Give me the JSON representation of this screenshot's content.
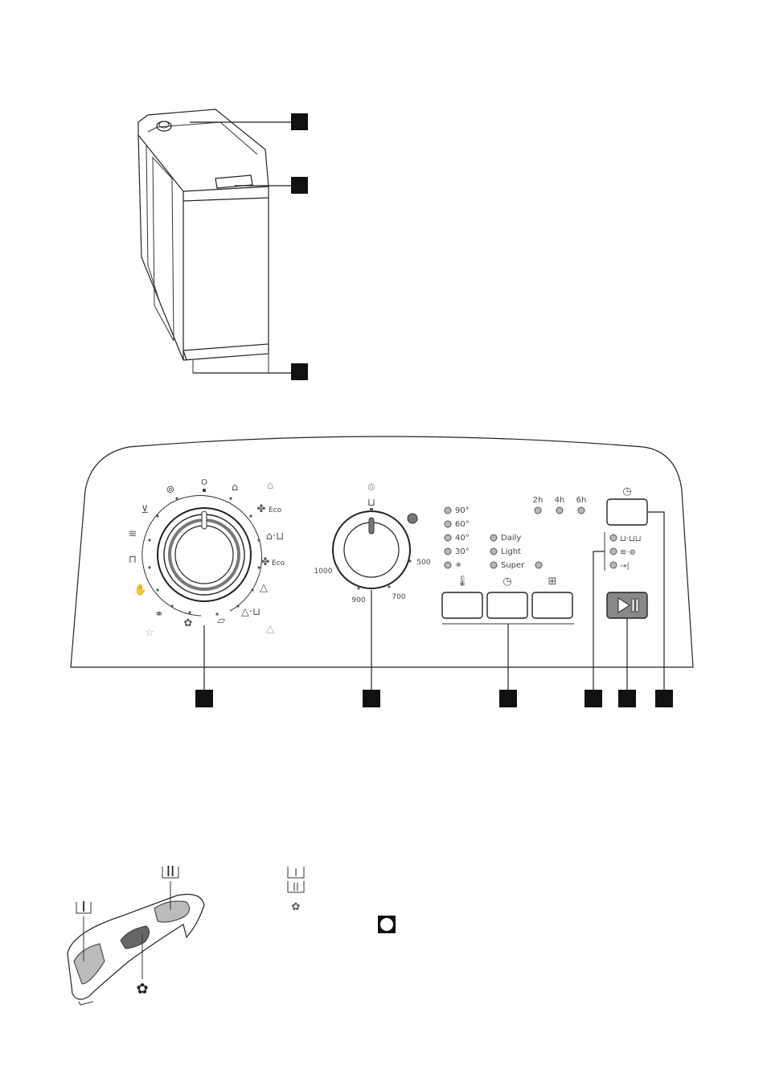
{
  "callouts": {
    "machine": [
      "",
      "",
      ""
    ],
    "panel": [
      "",
      "",
      "",
      "",
      "",
      ""
    ]
  },
  "program_dial": {
    "off_symbol": "O",
    "eco_labels": [
      "Eco",
      "Eco"
    ],
    "icons": [
      "spin-icon",
      "drain-icon",
      "rinse-icon",
      "jeans-icon",
      "handwash-icon",
      "wool-icon",
      "favourite-icon",
      "delicates-icon",
      "easy-iron-icon",
      "synthetics-icon",
      "synthetics-prewash-icon",
      "synthetics-light-icon",
      "eco-prewash-icon",
      "cotton-prewash-icon",
      "cotton-icon",
      "cotton-light-icon",
      "eco-icon"
    ]
  },
  "spin_dial": {
    "speeds": [
      "1000",
      "900",
      "700",
      "500"
    ],
    "icons": [
      "spin-icon",
      "no-spin-icon",
      "night-icon"
    ]
  },
  "leds": {
    "temperatures": [
      "90°",
      "60°",
      "40°",
      "30°"
    ],
    "cold_symbol": "✳",
    "time_modes": [
      "Daily",
      "Light",
      "Super"
    ],
    "delay_times": [
      "2h",
      "4h",
      "6h"
    ]
  },
  "buttons": {
    "icons": [
      "thermometer-icon",
      "time-saver-icon",
      "extra-rinse-icon",
      "delay-start-icon",
      "start-pause-icon"
    ]
  },
  "phase_leds": {
    "icons": [
      "wash-phase-icon",
      "rinse-spin-phase-icon",
      "end-phase-icon"
    ]
  },
  "dispenser": {
    "legend_marks": [
      "I",
      "II",
      "✿"
    ],
    "compartment_marks": [
      "I",
      "II",
      "✿"
    ]
  }
}
